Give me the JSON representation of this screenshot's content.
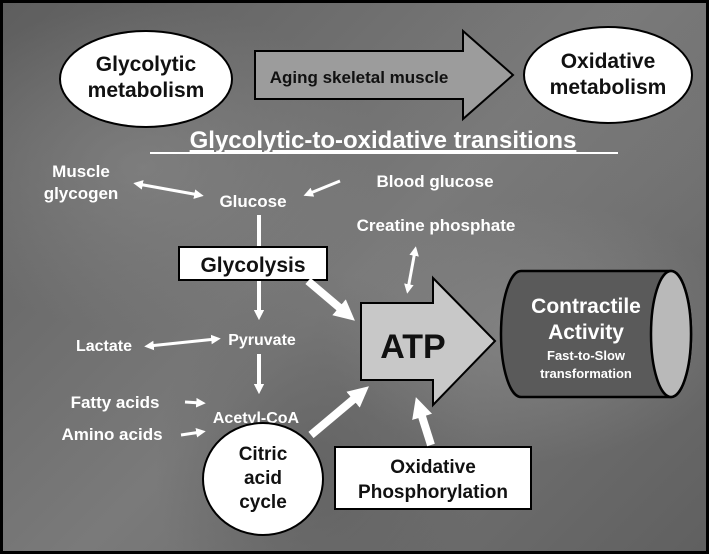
{
  "top": {
    "left_oval": [
      "Glycolytic",
      "metabolism"
    ],
    "banner_arrow": "Aging skeletal muscle",
    "right_oval": [
      "Oxidative",
      "metabolism"
    ]
  },
  "heading": "Glycolytic-to-oxidative transitions",
  "labels": {
    "muscle_glycogen": [
      "Muscle",
      "glycogen"
    ],
    "glucose": "Glucose",
    "blood_glucose": "Blood glucose",
    "creatine_phosphate": "Creatine phosphate",
    "glycolysis": "Glycolysis",
    "lactate": "Lactate",
    "pyruvate": "Pyruvate",
    "fatty_acids": "Fatty acids",
    "amino_acids": "Amino acids",
    "acetyl_coa": "Acetyl-CoA",
    "atp": "ATP",
    "citric_acid_cycle": [
      "Citric",
      "acid",
      "cycle"
    ],
    "oxidative_phosphorylation": [
      "Oxidative",
      "Phosphorylation"
    ]
  },
  "cylinder": {
    "title": [
      "Contractile",
      "Activity"
    ],
    "subtitle": [
      "Fast-to-Slow",
      "transformation"
    ]
  }
}
